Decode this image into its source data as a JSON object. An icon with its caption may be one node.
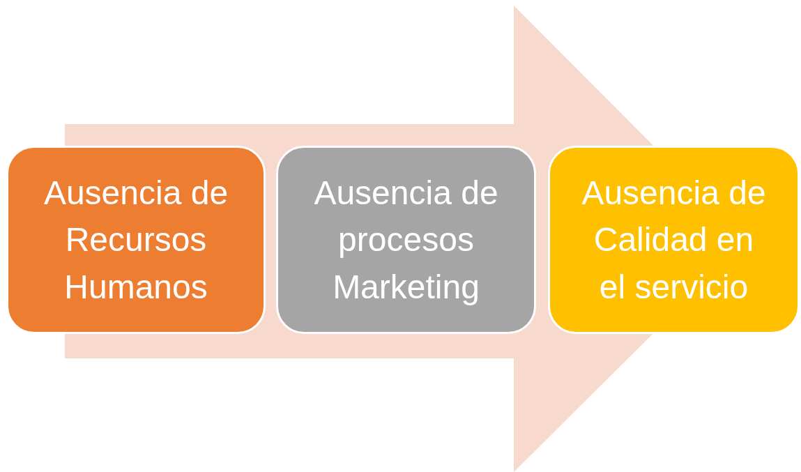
{
  "diagram": {
    "nodes": [
      {
        "text": [
          "Ausencia de Recursos Humanos"
        ]
      },
      {
        "text": [
          "Ausencia de procesos Marketing"
        ]
      },
      {
        "text": [
          "Ausencia de Calidad en el servicio"
        ]
      }
    ],
    "edges": [
      {
        "from": 0,
        "to": 2,
        "arrow": "to"
      }
    ]
  }
}
